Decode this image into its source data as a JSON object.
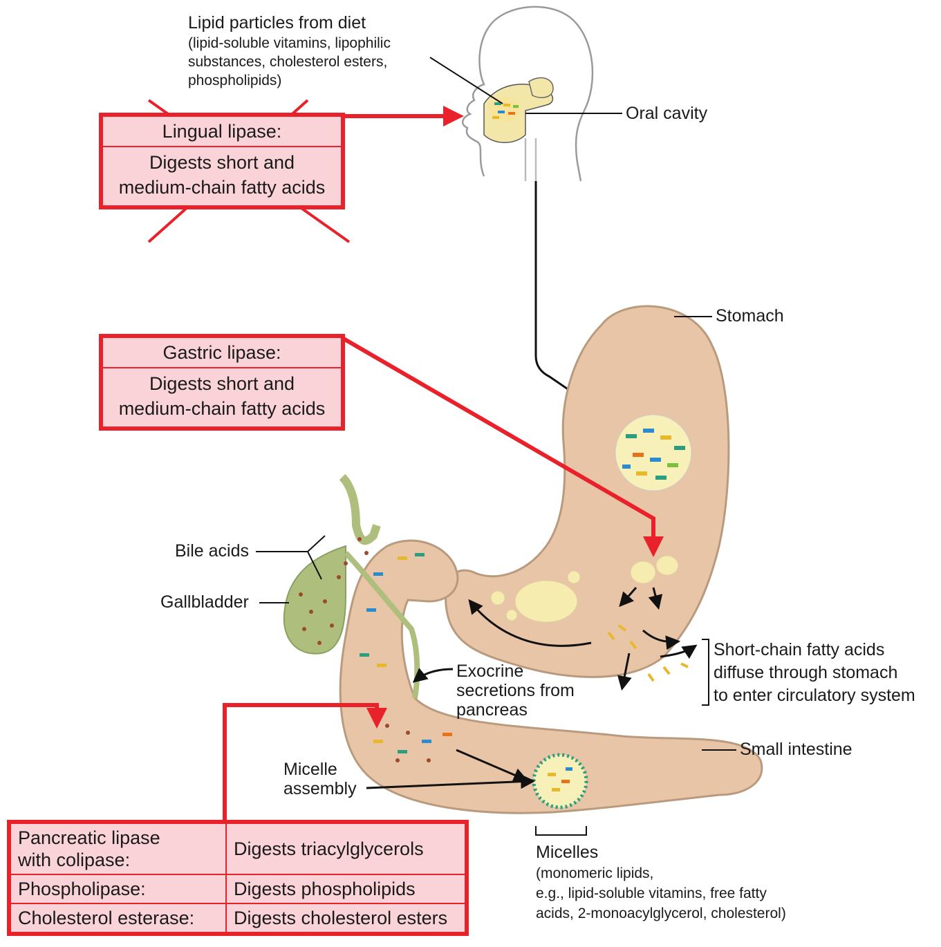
{
  "labels": {
    "lipid_title": "Lipid particles from diet",
    "lipid_sub": "(lipid-soluble vitamins, lipophilic substances, cholesterol esters, phospholipids)",
    "lipid_sub_lines": [
      "(lipid-soluble vitamins, lipophilic",
      "substances, cholesterol esters,",
      "phospholipids)"
    ],
    "oral_cavity": "Oral cavity",
    "stomach": "Stomach",
    "bile_acids": "Bile acids",
    "gallbladder": "Gallbladder",
    "short_chain_lines": [
      "Short-chain fatty acids",
      "diffuse through stomach",
      "to enter circulatory system"
    ],
    "exocrine_lines": [
      "Exocrine",
      "secretions from",
      "pancreas"
    ],
    "small_intestine": "Small intestine",
    "micelle_assembly_lines": [
      "Micelle",
      "assembly"
    ],
    "micelles": "Micelles",
    "micelles_sub_lines": [
      "(monomeric lipids,",
      "e.g., lipid-soluble vitamins, free fatty",
      "acids, 2-monoacylglycerol, cholesterol)"
    ]
  },
  "boxes": {
    "lingual": {
      "title": "Lingual lipase:",
      "body_lines": [
        "Digests short and",
        "medium-chain fatty acids"
      ],
      "crossed_out": true
    },
    "gastric": {
      "title": "Gastric lipase:",
      "body_lines": [
        "Digests short and",
        "medium-chain fatty acids"
      ]
    }
  },
  "enzymes": [
    {
      "enzyme_lines": [
        "Pancreatic lipase",
        "with colipase:"
      ],
      "action": "Digests triacylglycerols"
    },
    {
      "enzyme_lines": [
        "Phospholipase:"
      ],
      "action": "Digests phospholipids"
    },
    {
      "enzyme_lines": [
        "Cholesterol esterase:"
      ],
      "action": "Digests cholesterol esters"
    }
  ],
  "colors": {
    "accent_red": "#e8212b",
    "box_fill": "#f9d3d8",
    "organ_fill": "#e8c5a6",
    "organ_stroke": "#b89a7e",
    "gallbladder_fill": "#aebf7d",
    "bile_dot": "#9c4a2e"
  }
}
